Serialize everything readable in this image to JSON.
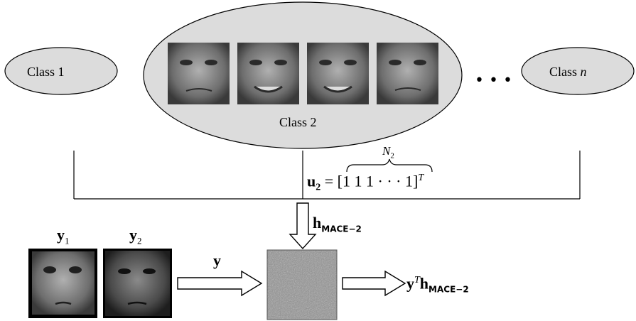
{
  "classes": {
    "class1": "Class 1",
    "class2": "Class 2",
    "classn_prefix": "Class ",
    "classn_var": "n",
    "ellipsis": "• • •"
  },
  "vector": {
    "u_symbol": "u",
    "u_sub": "2",
    "equals": "=",
    "bracket_open": "[",
    "entries": "1 1 1 · · · 1",
    "bracket_close": "]",
    "transpose": "T",
    "brace_label": "N",
    "brace_sub": "2"
  },
  "filter": {
    "h": "h",
    "sub": "MACE−2"
  },
  "inputs": {
    "y1": "y",
    "y1_sub": "1",
    "y2": "y",
    "y2_sub": "2",
    "y": "y"
  },
  "output": {
    "y": "y",
    "T": "T",
    "h": "h",
    "sub": "MACE−2"
  }
}
